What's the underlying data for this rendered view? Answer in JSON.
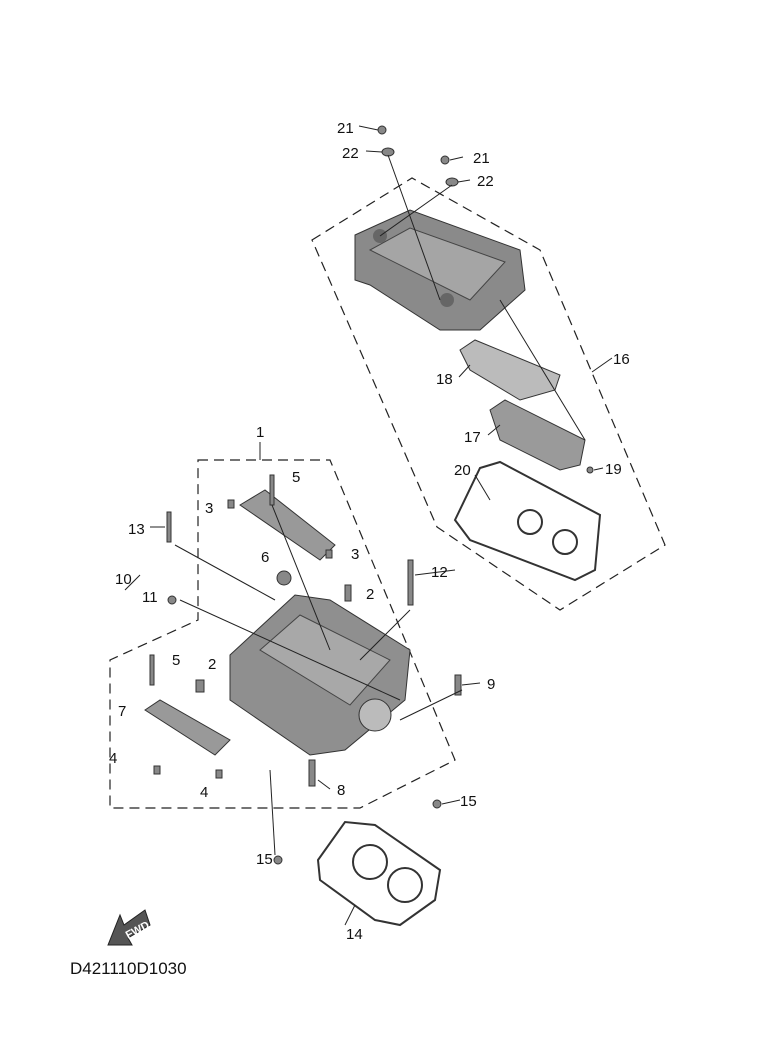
{
  "diagram_code": "D421110D1030",
  "fwd_label": "FWD",
  "callouts": [
    "21",
    "22",
    "21",
    "22",
    "16",
    "18",
    "17",
    "19",
    "20",
    "1",
    "5",
    "3",
    "3",
    "13",
    "6",
    "2",
    "12",
    "10",
    "11",
    "5",
    "2",
    "7",
    "9",
    "4",
    "4",
    "8",
    "15",
    "15",
    "14"
  ]
}
